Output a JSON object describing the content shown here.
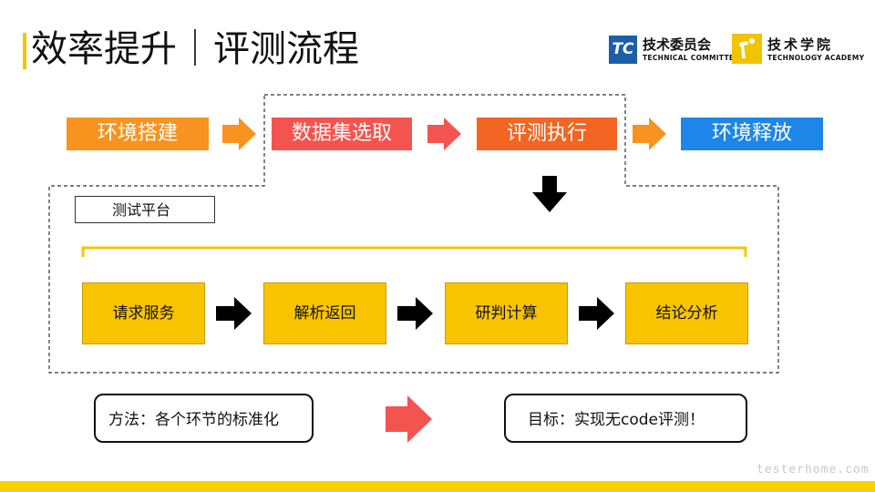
{
  "header": {
    "title": "效率提升｜评测流程",
    "logo_tc_mark": "TC",
    "logo_tc_cn": "技术委员会",
    "logo_tc_en": "TECHNICAL COMMITTEE",
    "logo_ta_cn": "技术学院",
    "logo_ta_en": "TECHNOLOGY ACADEMY"
  },
  "flow": {
    "steps": [
      "环境搭建",
      "数据集选取",
      "评测执行",
      "环境释放"
    ],
    "colors": [
      "#F7931E",
      "#F4544F",
      "#F26522",
      "#1E86E8"
    ]
  },
  "platform": {
    "label": "测试平台",
    "substeps": [
      "请求服务",
      "解析返回",
      "研判计算",
      "结论分析"
    ]
  },
  "bottom": {
    "method": "方法：各个环节的标准化",
    "goal": "目标：实现无code评测！"
  },
  "footer": {
    "watermark": "testerhome.com"
  }
}
